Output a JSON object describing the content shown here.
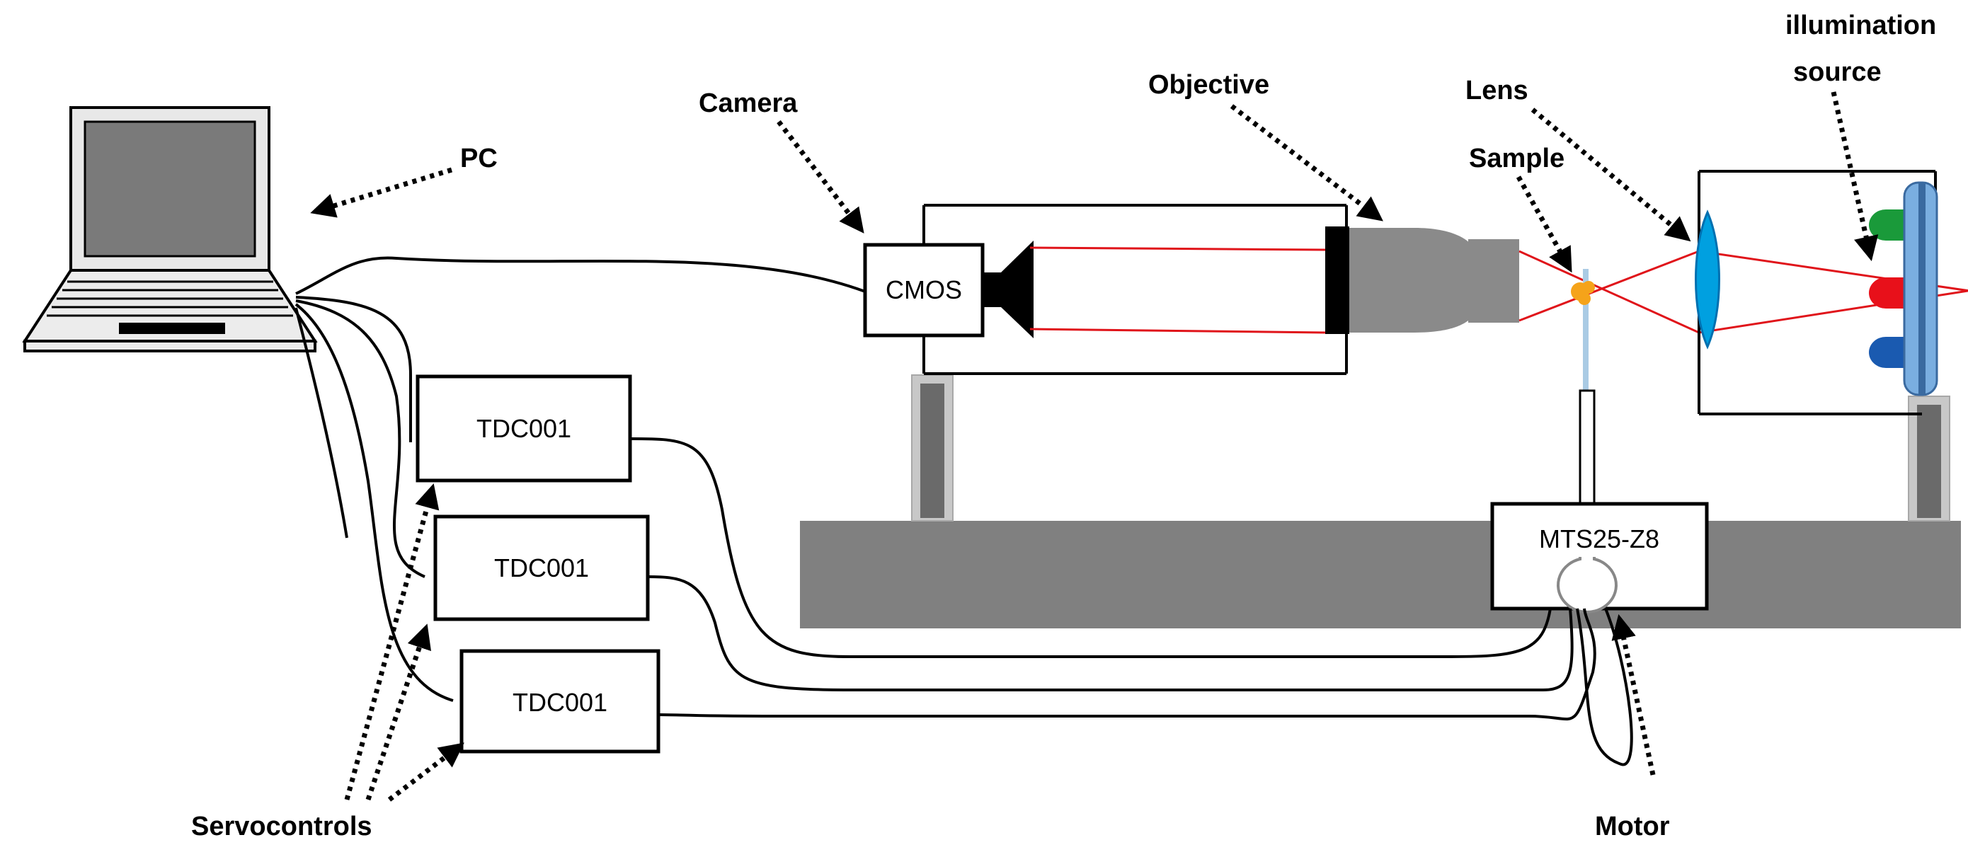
{
  "labels": {
    "pc": "PC",
    "camera": "Camera",
    "objective": "Objective",
    "lens": "Lens",
    "sample": "Sample",
    "illumination_line1": "illumination",
    "illumination_line2": "source",
    "servocontrols": "Servocontrols",
    "motor": "Motor"
  },
  "boxes": {
    "cmos": "CMOS",
    "servo1": "TDC001",
    "servo2": "TDC001",
    "servo3": "TDC001",
    "stage": "MTS25-Z8"
  },
  "colors": {
    "ray": "#e0141a",
    "table": "#808080",
    "objective": "#8a8a8a",
    "lens": "#00a0e0",
    "sample": "#f5a31a",
    "led_green": "#1a9a3a",
    "led_red": "#e8101a",
    "led_blue": "#1a5ab0",
    "diffuser": "#7aaee0"
  }
}
